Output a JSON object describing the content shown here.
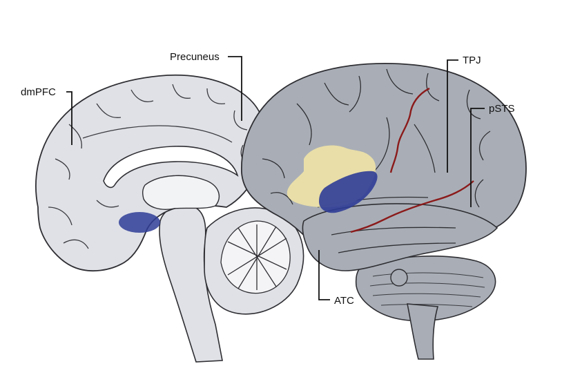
{
  "labels": {
    "dmpfc": "dmPFC",
    "precuneus": "Precuneus",
    "tpj": "TPJ",
    "psts": "pSTS",
    "atc": "ATC"
  },
  "colors": {
    "medial_brain_fill": "#dfe1e6",
    "lateral_brain_fill": "#a9aeb6",
    "outline": "#2e2e33",
    "highlight_blue": "#2f3d96",
    "highlight_yellow": "#efe3a6",
    "sulcus_red": "#8b1a1a",
    "leader_line": "#111111"
  }
}
